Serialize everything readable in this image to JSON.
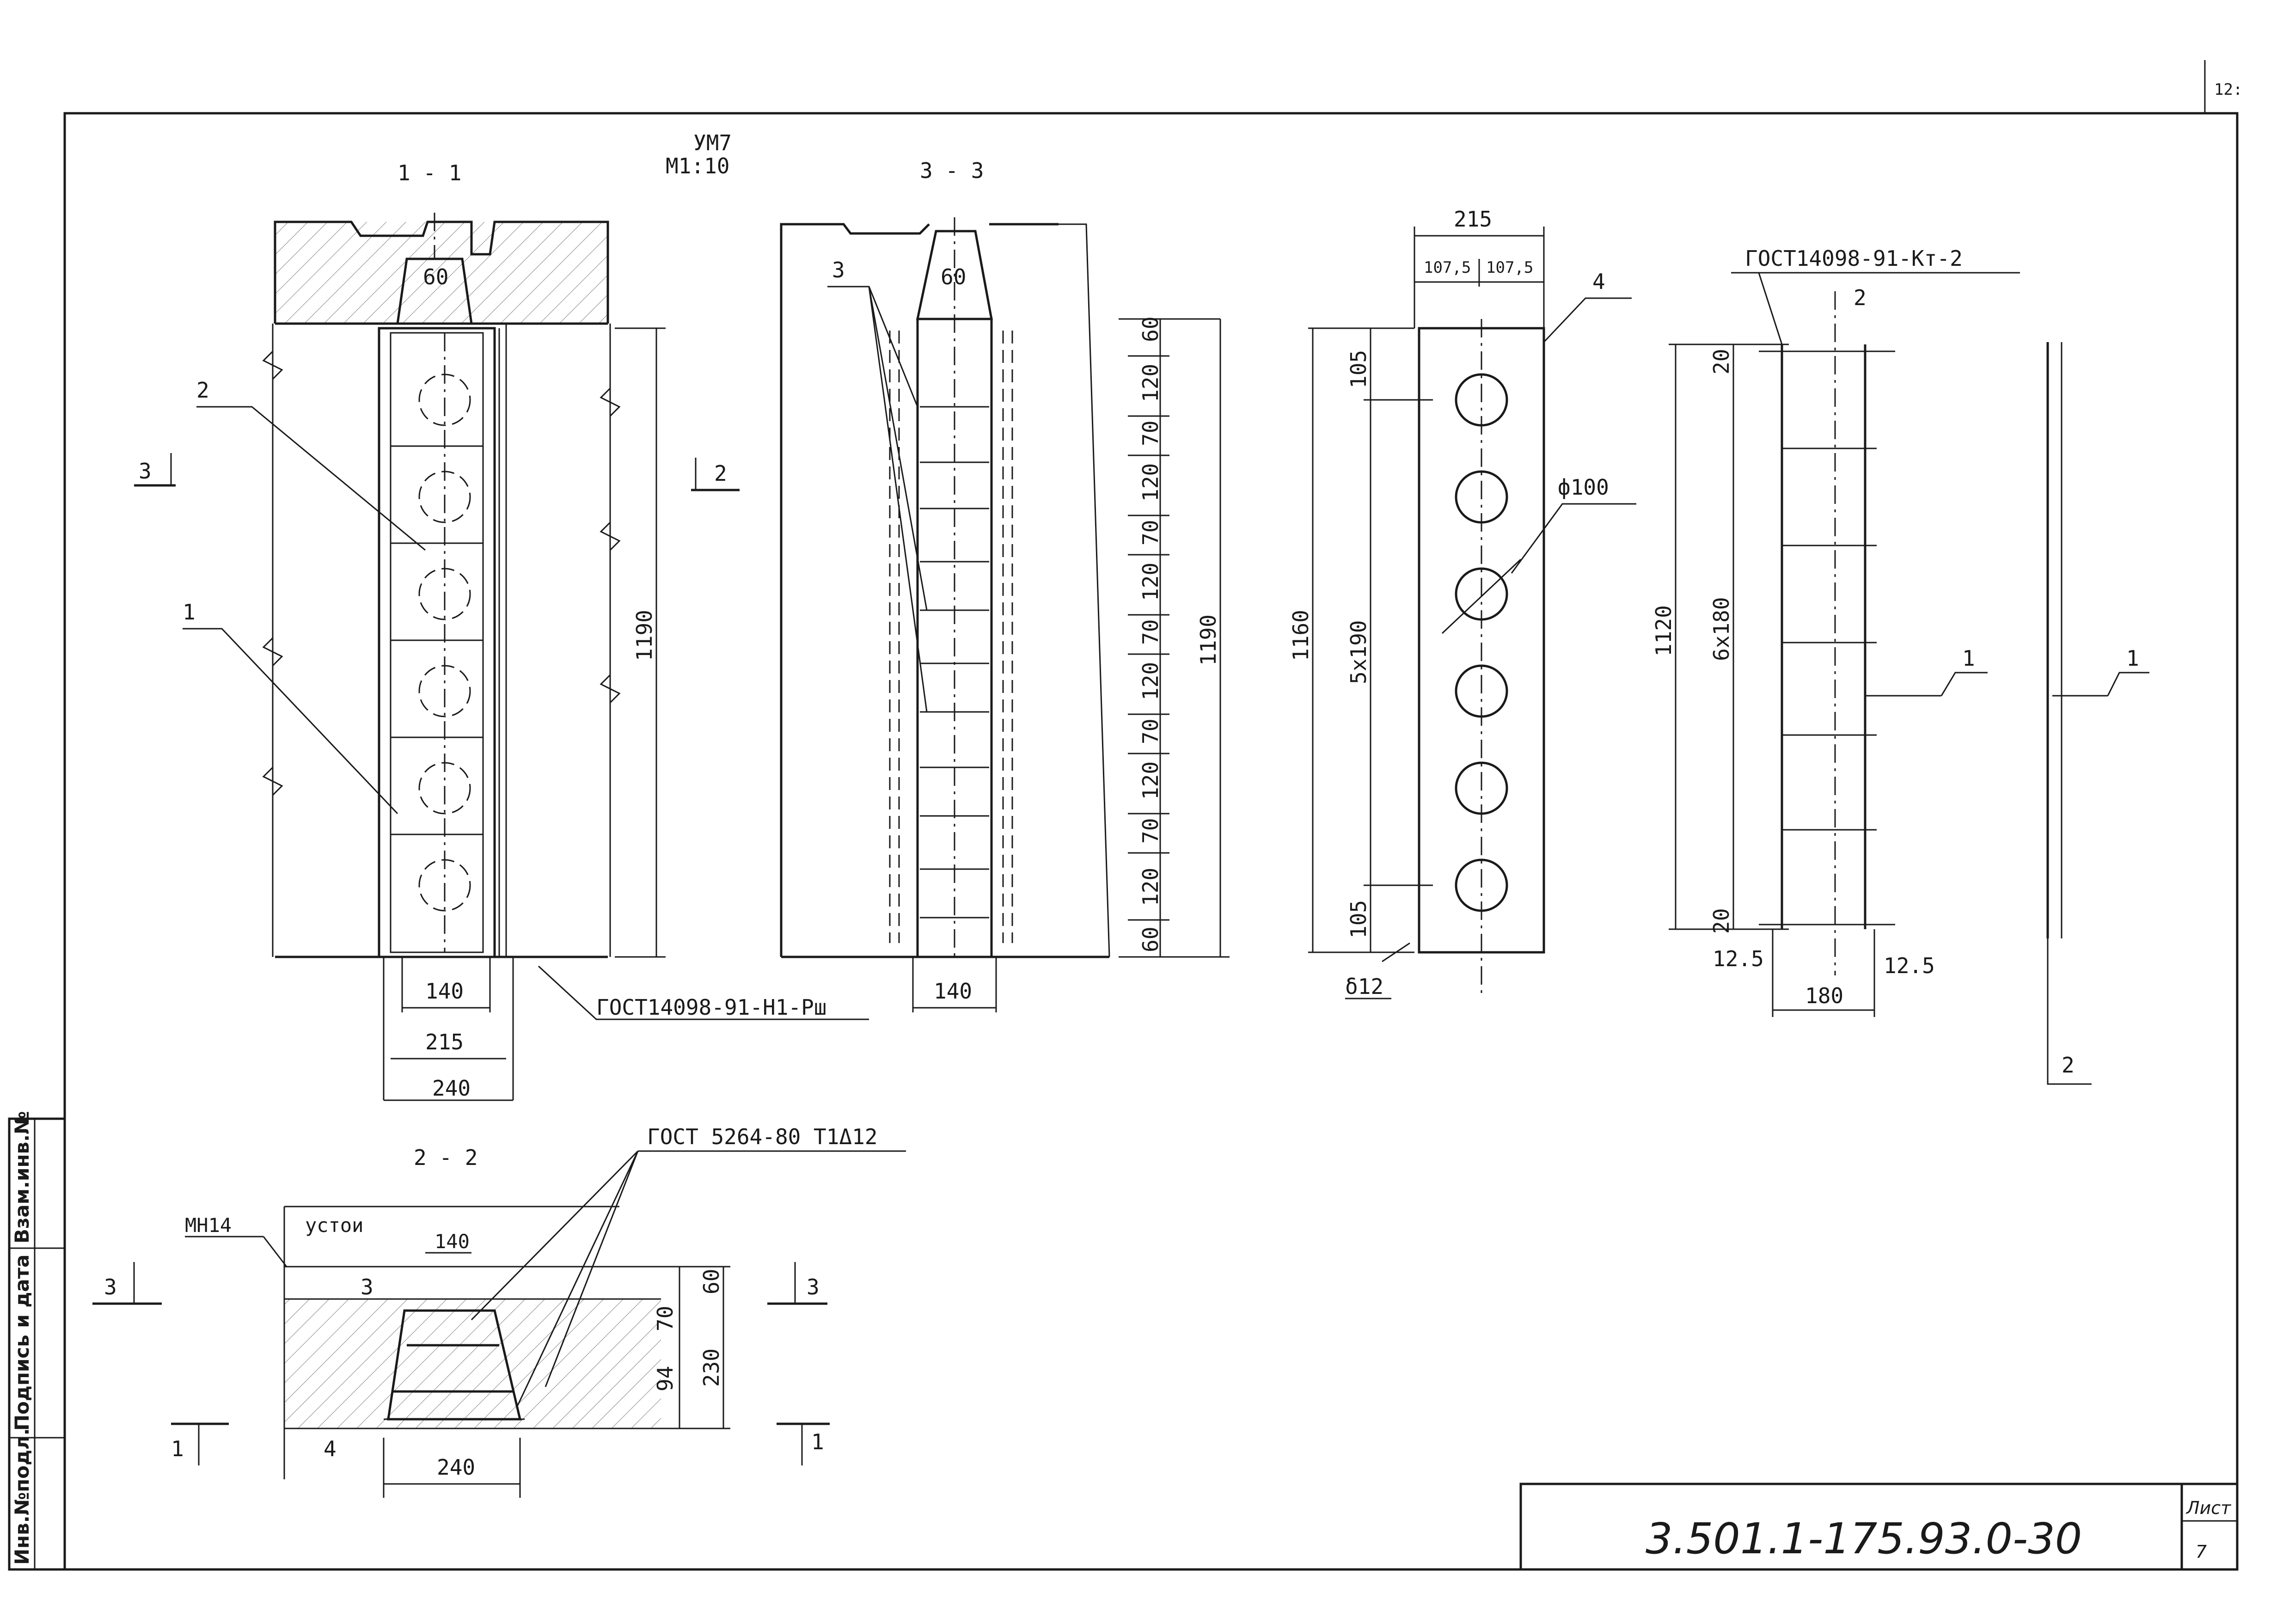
{
  "title": {
    "mark": "УМ7",
    "scale": "М1:10"
  },
  "page_corner_number": "12:",
  "sections": {
    "s11": "1 - 1",
    "s33": "3 - 3",
    "s22": "2 - 2"
  },
  "cut_marks": {
    "three": "3",
    "two": "2",
    "one": "1"
  },
  "callouts": {
    "c1": "1",
    "c2": "2",
    "c3": "3",
    "c4": "4"
  },
  "view11": {
    "dim_top": "60",
    "dim_height": "1190",
    "dim_140": "140",
    "dim_215": "215",
    "dim_240": "240",
    "gost": "ГОСТ14098-91-Н1-Рш"
  },
  "view33": {
    "dim_top": "60",
    "dim_height": "1190",
    "dim_140": "140",
    "chain": [
      "60",
      "120",
      "70",
      "120",
      "70",
      "120",
      "70",
      "120",
      "70",
      "120",
      "70",
      "120",
      "60"
    ]
  },
  "plate": {
    "width": "215",
    "half_left": "107,5",
    "half_right": "107,5",
    "height": "1160",
    "pitch": "5х190",
    "end_top": "105",
    "end_bottom": "105",
    "hole": "ф100",
    "thickness": "δ12"
  },
  "mesh": {
    "gost": "ГОСТ14098-91-Кт-2",
    "height": "1120",
    "pitch": "6х180",
    "end_top": "20",
    "end_bottom": "20",
    "width": "180",
    "edge_left": "12.5",
    "edge_right": "12.5"
  },
  "view22": {
    "gost": "ГОСТ 5264-80 Т1Δ12",
    "mh": "МН14",
    "abutment": "устои",
    "dim_140": "140",
    "dim_240": "240",
    "dim_60": "60",
    "dim_70": "70",
    "dim_94": "94",
    "dim_230": "230"
  },
  "side_stamp": {
    "inv_orig": "Инв.№подл.",
    "sign_date": "Подпись и дата",
    "vzam": "Взам.инв.№"
  },
  "title_block": {
    "code": "3.501.1-175.93.0-30",
    "sheet_label": "Лист",
    "sheet_no": "7"
  }
}
